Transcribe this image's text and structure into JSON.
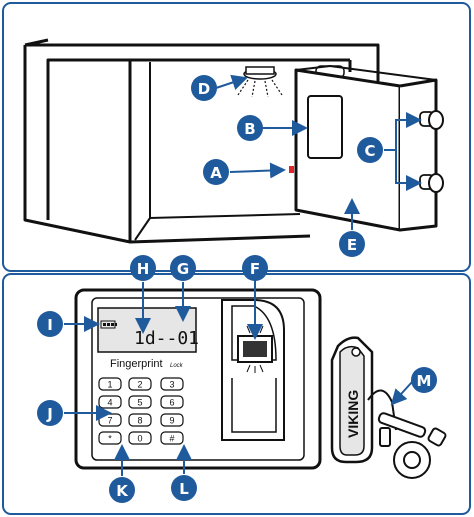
{
  "colors": {
    "callout": "#1f5a9c",
    "outline": "#111111",
    "frame": "#1f5a9c",
    "lcd_bg": "#e6e6e6",
    "indicator": "#e0242a"
  },
  "callouts": {
    "A": "A",
    "B": "B",
    "C": "C",
    "D": "D",
    "E": "E",
    "F": "F",
    "G": "G",
    "H": "H",
    "I": "I",
    "J": "J",
    "K": "K",
    "L": "L",
    "M": "M"
  },
  "display": {
    "lcd_text": "1d--01",
    "brand_label": "Fingerprint",
    "lock_label": "Lock"
  },
  "keypad": {
    "keys": [
      "1",
      "2",
      "3",
      "4",
      "5",
      "6",
      "7",
      "8",
      "9",
      "*",
      "0",
      "#"
    ]
  },
  "key_tag": {
    "brand": "VIKING"
  },
  "icons": {
    "light": "light-icon",
    "battery": "battery-icon",
    "fingerprint": "fingerprint-icon",
    "key": "key-icon"
  }
}
